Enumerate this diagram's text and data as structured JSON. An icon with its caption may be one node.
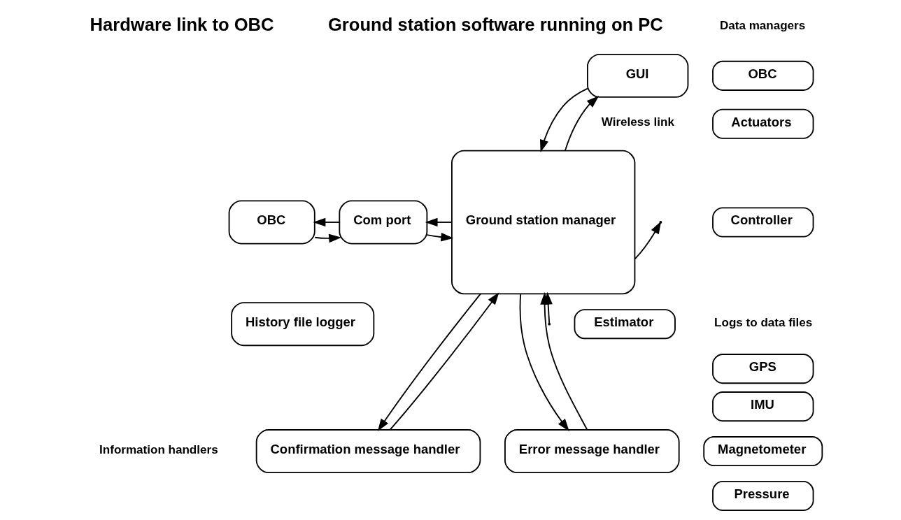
{
  "diagram": {
    "nodes": [
      {
        "text": [
          "OBC"
        ]
      },
      {
        "text": [
          "Com port"
        ]
      },
      {
        "text": [
          "GUI"
        ]
      },
      {
        "text": [
          "Ground station manager"
        ]
      },
      {
        "text": [
          "History file logger"
        ]
      },
      {
        "text": [
          "Confirmation message handler"
        ]
      },
      {
        "text": [
          "Error message handler"
        ]
      },
      {
        "text": [
          "OBC"
        ]
      },
      {
        "text": [
          "Actuators"
        ]
      },
      {
        "text": [
          "Controller"
        ]
      },
      {
        "text": [
          "Estimator"
        ]
      },
      {
        "text": [
          "GPS"
        ]
      },
      {
        "text": [
          "IMU"
        ]
      },
      {
        "text": [
          "Magnetometer"
        ]
      },
      {
        "text": [
          "Pressure"
        ]
      }
    ],
    "edges": [
      {
        "from": 0,
        "to": 1,
        "arrow": "to"
      },
      {
        "from": 1,
        "to": 0,
        "arrow": "to"
      },
      {
        "from": 1,
        "to": 3,
        "arrow": "to"
      },
      {
        "from": 3,
        "to": 1,
        "arrow": "to"
      },
      {
        "from": 3,
        "to": 2,
        "arrow": "to"
      },
      {
        "from": 2,
        "to": 3,
        "arrow": "to"
      },
      {
        "from": 3,
        "to": null,
        "arrow": "to"
      },
      {
        "from": null,
        "to": 3,
        "arrow": "to"
      },
      {
        "from": 3,
        "to": 5,
        "arrow": "to"
      },
      {
        "from": 5,
        "to": 3,
        "arrow": "to"
      },
      {
        "from": 6,
        "to": 3,
        "arrow": "to"
      },
      {
        "from": 3,
        "to": 6,
        "arrow": "to"
      }
    ],
    "labels": [
      "Hardware link to OBC",
      "Ground station software running on PC",
      "Wireless link",
      "Data managers",
      "Logs to data files",
      "Information handlers"
    ]
  }
}
